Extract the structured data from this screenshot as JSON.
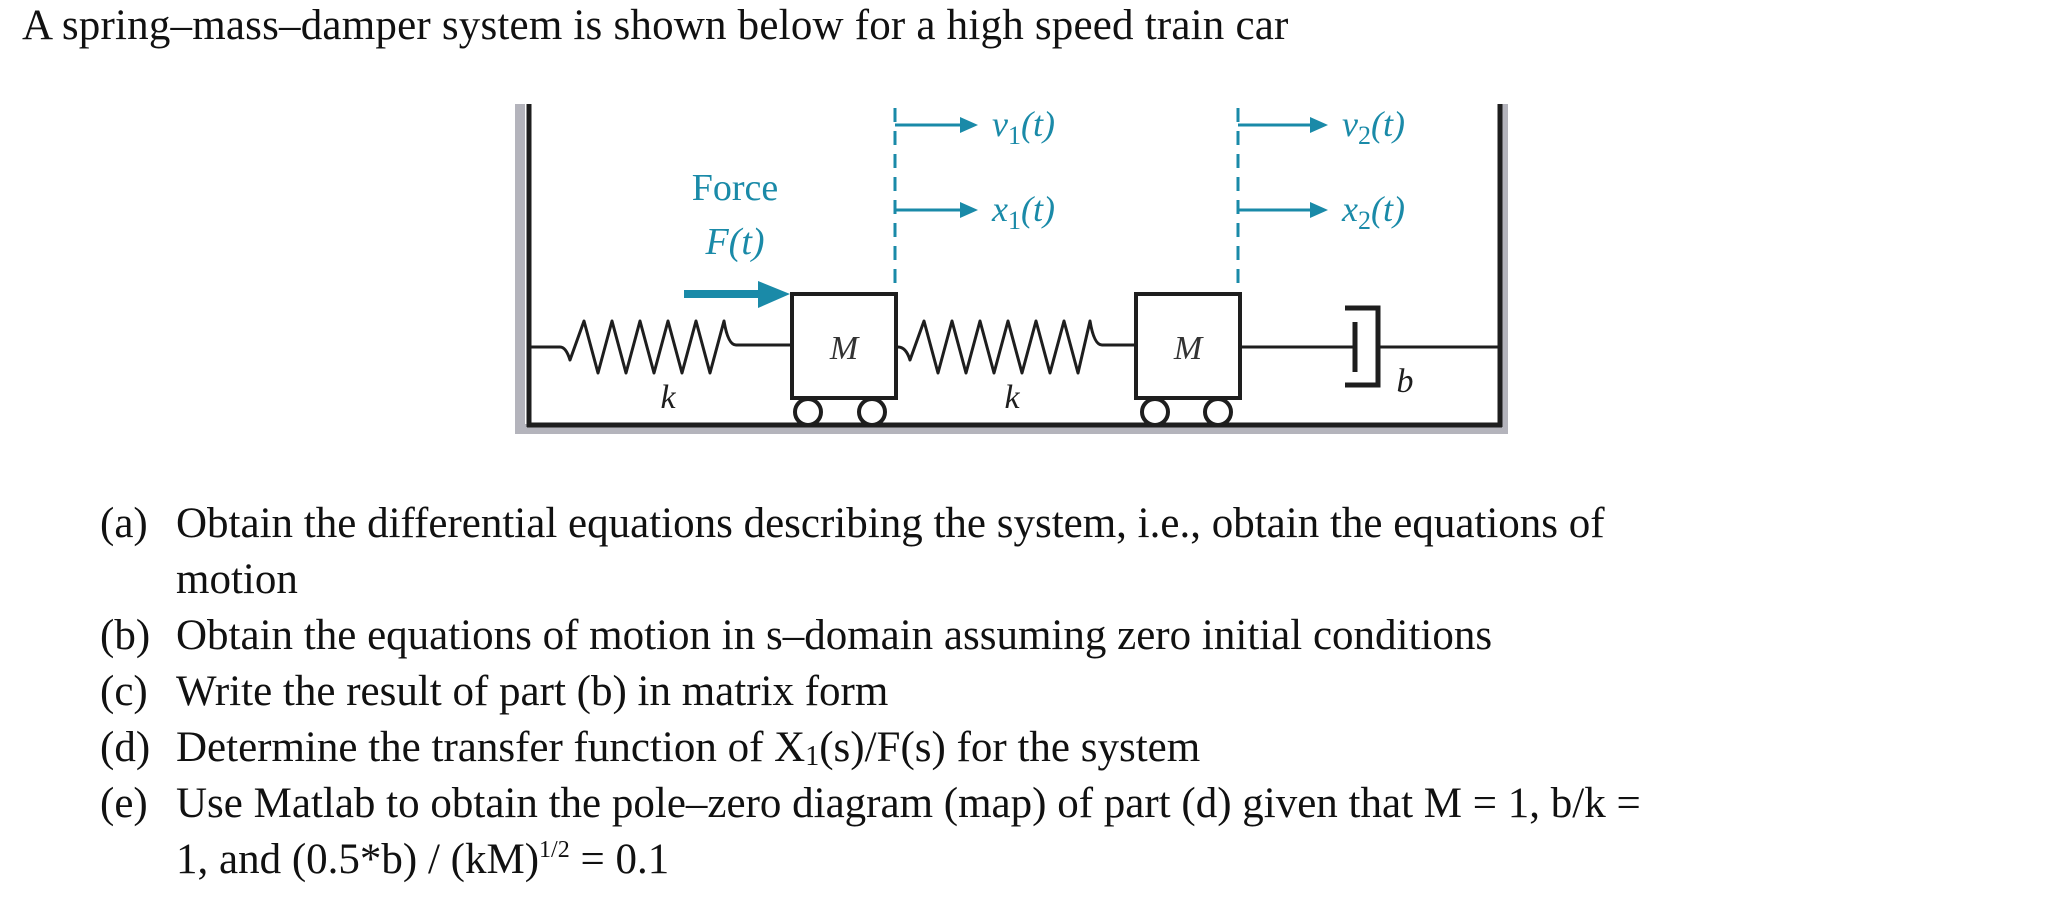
{
  "title": "A spring–mass–damper system is shown below for a high speed train car",
  "colors": {
    "text": "#111111",
    "accent": "#1a8aa8",
    "wall_shadow": "#b4b4bc",
    "line": "#1e1e1e"
  },
  "diagram": {
    "force_label": "Force",
    "force_symbol": "F(t)",
    "mass1_label": "M",
    "mass2_label": "M",
    "spring1_label": "k",
    "spring2_label": "k",
    "damper_label": "b",
    "v1": {
      "base": "v",
      "sub": "1",
      "arg": "(t)"
    },
    "x1": {
      "base": "x",
      "sub": "1",
      "arg": "(t)"
    },
    "v2": {
      "base": "v",
      "sub": "2",
      "arg": "(t)"
    },
    "x2": {
      "base": "x",
      "sub": "2",
      "arg": "(t)"
    }
  },
  "questions": [
    {
      "label": "(a)",
      "lines": [
        "Obtain the differential equations describing the system, i.e., obtain the equations of",
        "motion"
      ]
    },
    {
      "label": "(b)",
      "lines": [
        "Obtain the equations of motion in s–domain assuming zero initial conditions"
      ]
    },
    {
      "label": "(c)",
      "lines": [
        "Write the result of part (b) in matrix form"
      ]
    },
    {
      "label": "(d)",
      "pre": "Determine the transfer function of X",
      "sub": "1",
      "post": "(s)/F(s) for the system"
    },
    {
      "label": "(e)",
      "line1": "Use Matlab to obtain the pole–zero diagram (map) of part (d) given that M = 1, b/k =",
      "line2_pre": "1, and (0.5*b) / (kM)",
      "line2_sup": "1/2",
      "line2_post": " = 0.1"
    }
  ]
}
